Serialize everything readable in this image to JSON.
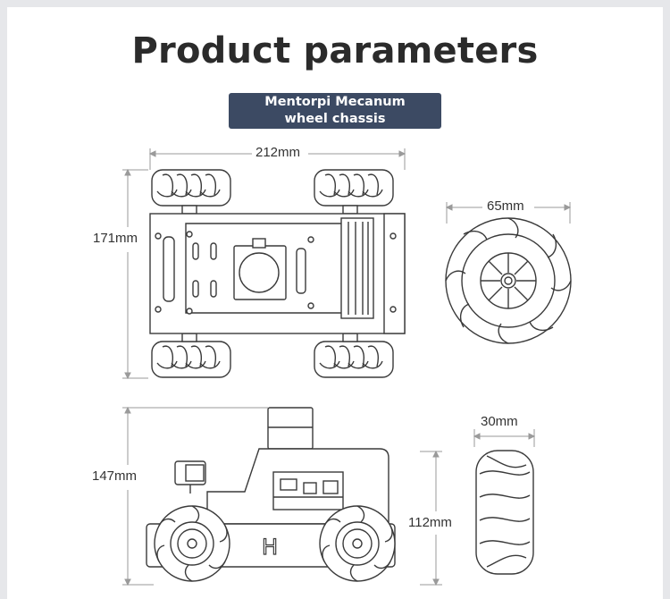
{
  "page": {
    "title": "Product parameters",
    "badge": {
      "line1": "Mentorpi Mecanum",
      "line2": "wheel chassis"
    }
  },
  "dimensions": {
    "top_width": "212mm",
    "top_length": "171mm",
    "wheel_diameter": "65mm",
    "side_height": "147mm",
    "side_body_height": "112mm",
    "wheel_width": "30mm"
  },
  "colors": {
    "ink": "#3a3a3a",
    "dim_line": "#9a9a9a",
    "badge_bg": "#3c4a63",
    "title": "#2b2b2b"
  },
  "icons": [
    "mecanum-wheel-icon",
    "lidar-icon",
    "camera-icon",
    "heatsink-icon"
  ]
}
